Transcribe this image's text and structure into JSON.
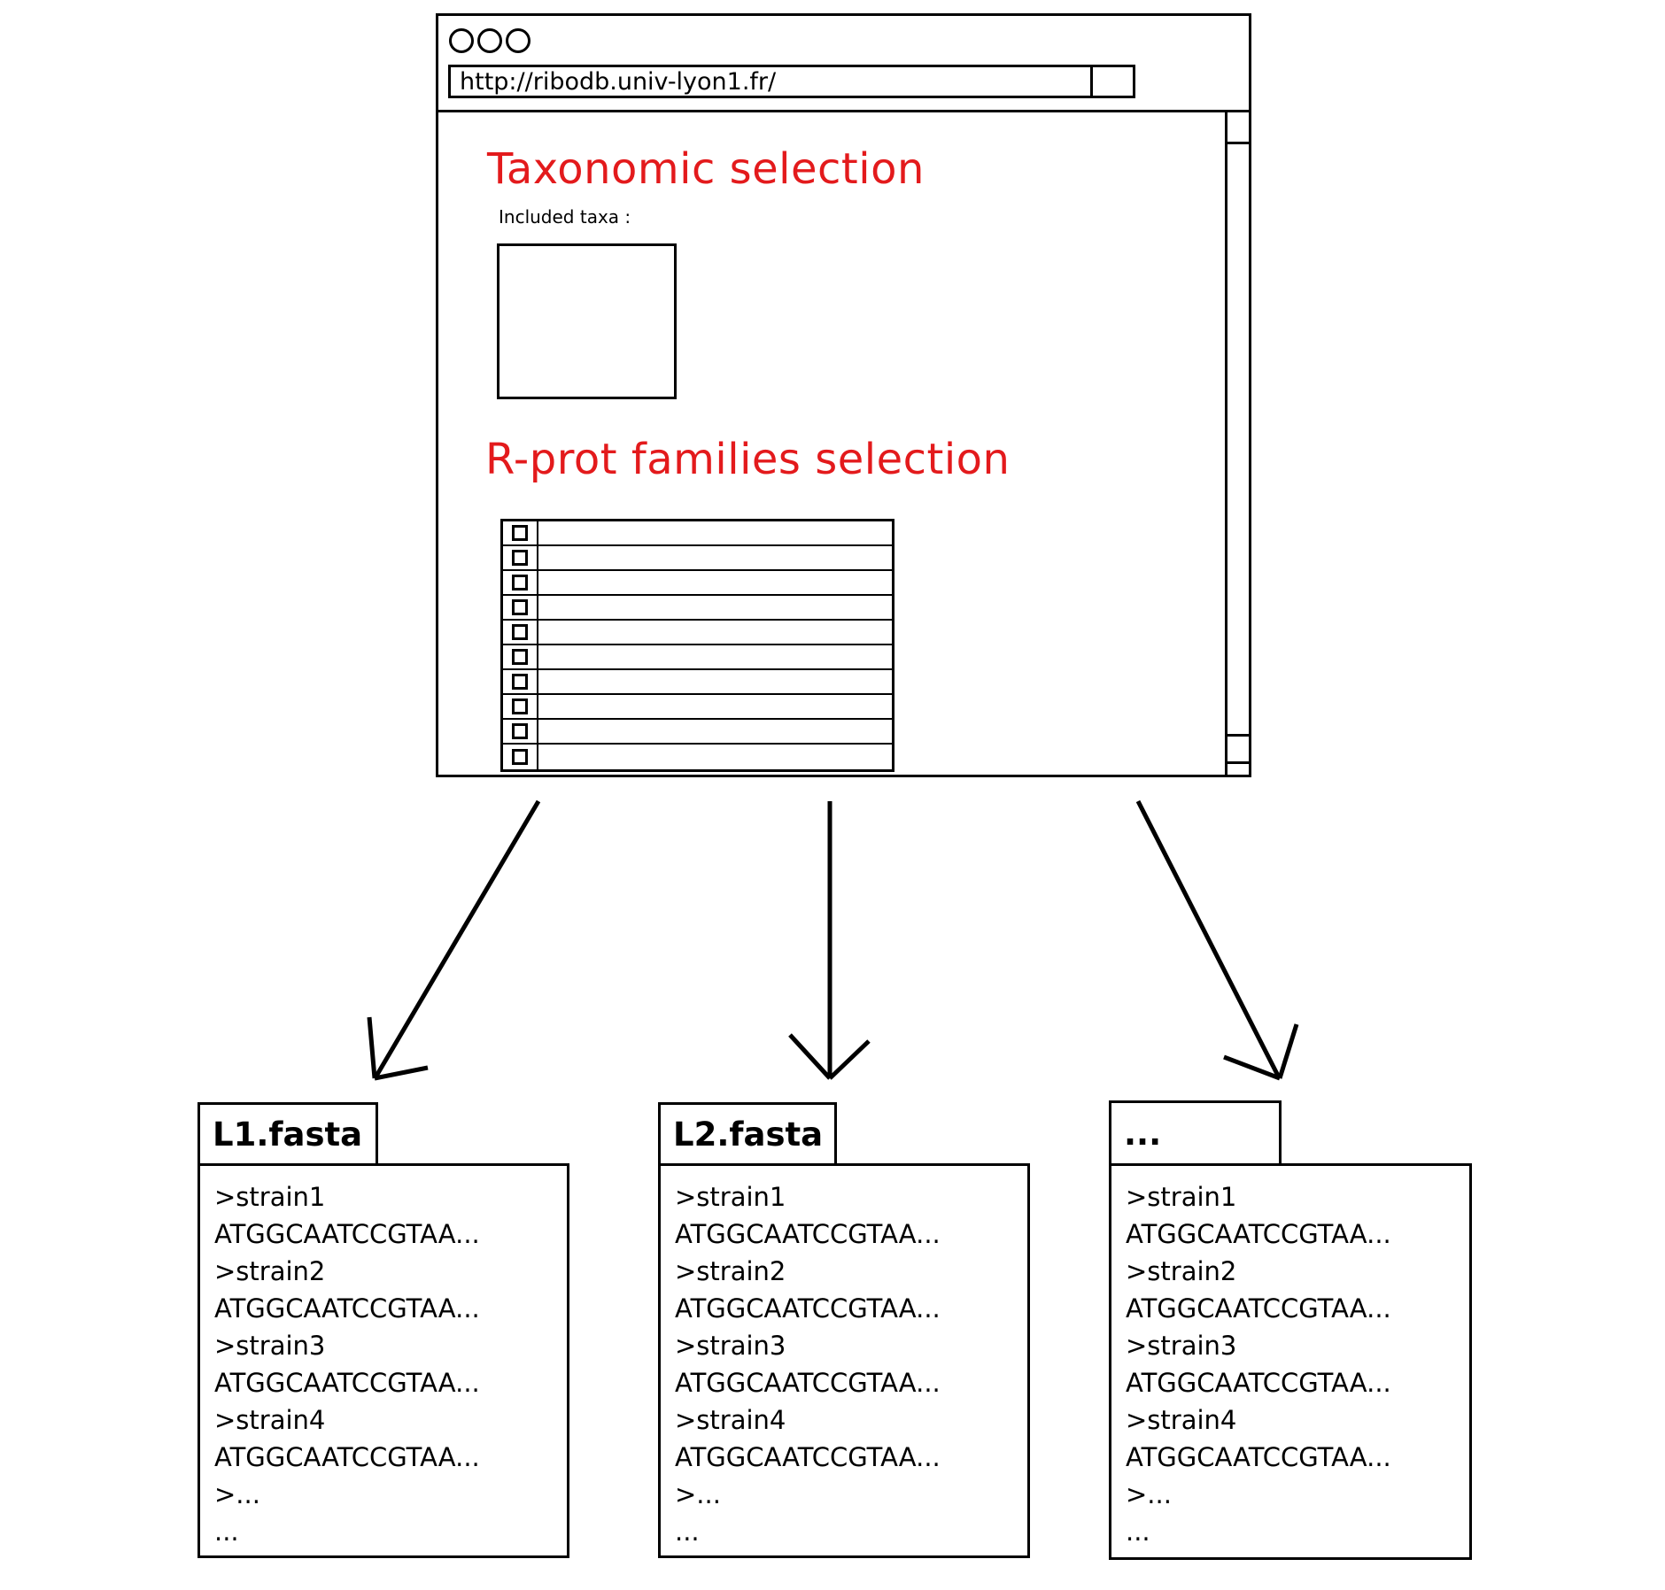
{
  "page": {
    "background": "#ffffff"
  },
  "colors": {
    "heading_red": "#e31a1c",
    "ink": "#000000"
  },
  "browser": {
    "address_bar": {
      "url": "http://ribodb.univ-lyon1.fr/"
    },
    "taxonomic_section": {
      "heading": "Taxonomic selection",
      "included_taxa_label": "Included taxa :"
    },
    "rprot_section": {
      "heading": "R-prot families selection",
      "family_row_count": 10
    }
  },
  "files": [
    {
      "tab": "L1.fasta",
      "lines": [
        ">strain1",
        "ATGGCAATCCGTAA...",
        ">strain2",
        "ATGGCAATCCGTAA...",
        ">strain3",
        "ATGGCAATCCGTAA...",
        ">strain4",
        "ATGGCAATCCGTAA...",
        ">...",
        "..."
      ]
    },
    {
      "tab": "L2.fasta",
      "lines": [
        ">strain1",
        "ATGGCAATCCGTAA...",
        ">strain2",
        "ATGGCAATCCGTAA...",
        ">strain3",
        "ATGGCAATCCGTAA...",
        ">strain4",
        "ATGGCAATCCGTAA...",
        ">...",
        "..."
      ]
    },
    {
      "tab": "...",
      "lines": [
        ">strain1",
        "ATGGCAATCCGTAA...",
        ">strain2",
        "ATGGCAATCCGTAA...",
        ">strain3",
        "ATGGCAATCCGTAA...",
        ">strain4",
        "ATGGCAATCCGTAA...",
        ">...",
        "..."
      ]
    }
  ]
}
